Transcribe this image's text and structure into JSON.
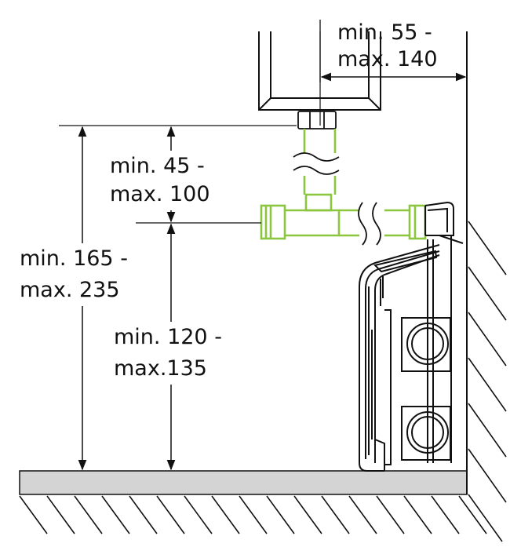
{
  "dimensions": {
    "valve_wall": {
      "min": "min.  55 -",
      "max": "max. 140"
    },
    "pipe_height": {
      "min": "min.  45 -",
      "max": "max. 100"
    },
    "total_height": {
      "min": "min. 165 -",
      "max": "max. 235"
    },
    "radiator_height": {
      "min": "min. 120 -",
      "max": "max.135"
    }
  },
  "colors": {
    "line": "#111111",
    "pipe_green": "#8cc63f",
    "floor": "#d4d4d4",
    "background": "#ffffff"
  }
}
